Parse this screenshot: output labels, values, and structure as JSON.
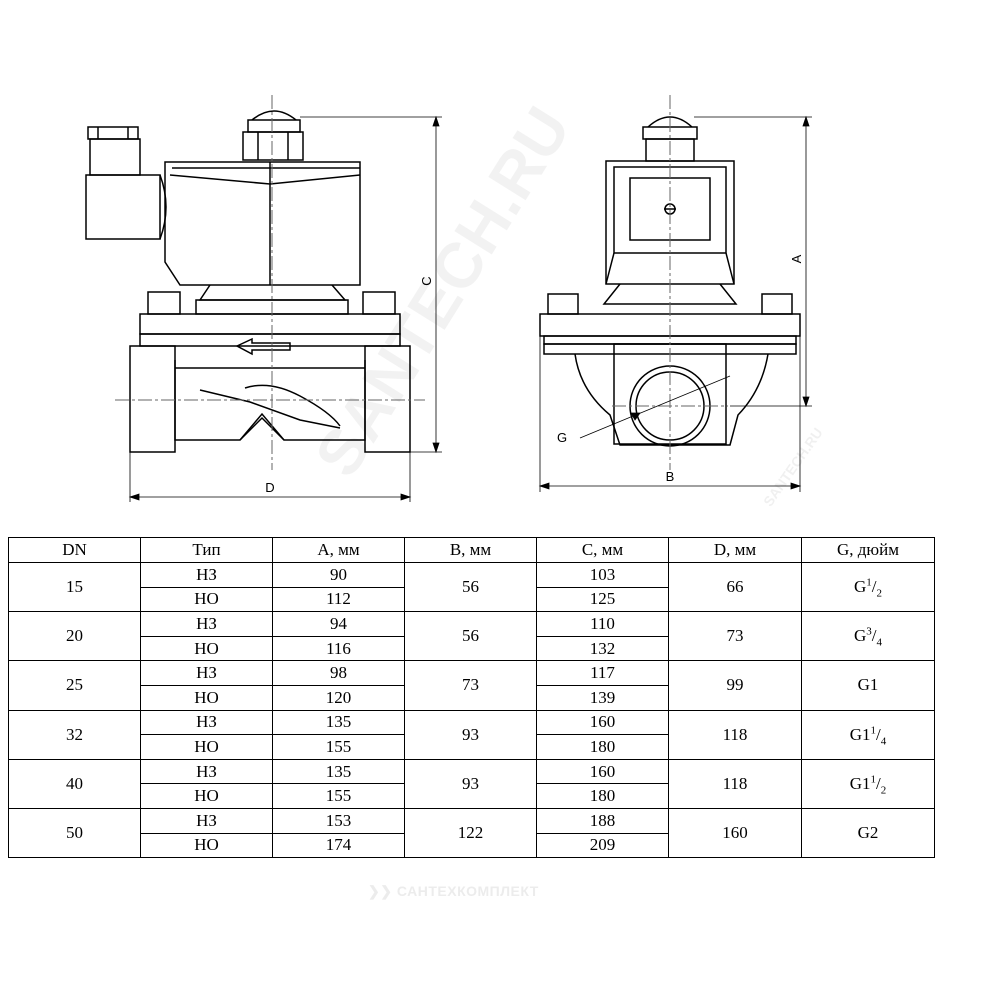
{
  "drawing": {
    "dim_labels": {
      "a": "A",
      "b": "B",
      "c": "C",
      "d": "D",
      "g": "G"
    }
  },
  "table": {
    "headers": [
      "DN",
      "Тип",
      "A, мм",
      "B, мм",
      "C, мм",
      "D, мм",
      "G, дюйм"
    ],
    "groups": [
      {
        "dn": "15",
        "b": "56",
        "d": "66",
        "g": {
          "base": "G",
          "whole": "",
          "num": "1",
          "den": "2"
        },
        "rows": [
          {
            "type": "НЗ",
            "a": "90",
            "c": "103"
          },
          {
            "type": "НО",
            "a": "112",
            "c": "125"
          }
        ]
      },
      {
        "dn": "20",
        "b": "56",
        "d": "73",
        "g": {
          "base": "G",
          "whole": "",
          "num": "3",
          "den": "4"
        },
        "rows": [
          {
            "type": "НЗ",
            "a": "94",
            "c": "110"
          },
          {
            "type": "НО",
            "a": "116",
            "c": "132"
          }
        ]
      },
      {
        "dn": "25",
        "b": "73",
        "d": "99",
        "g": {
          "base": "G1",
          "whole": "",
          "num": "",
          "den": ""
        },
        "rows": [
          {
            "type": "НЗ",
            "a": "98",
            "c": "117"
          },
          {
            "type": "НО",
            "a": "120",
            "c": "139"
          }
        ]
      },
      {
        "dn": "32",
        "b": "93",
        "d": "118",
        "g": {
          "base": "G",
          "whole": "1",
          "num": "1",
          "den": "4"
        },
        "rows": [
          {
            "type": "НЗ",
            "a": "135",
            "c": "160"
          },
          {
            "type": "НО",
            "a": "155",
            "c": "180"
          }
        ]
      },
      {
        "dn": "40",
        "b": "93",
        "d": "118",
        "g": {
          "base": "G",
          "whole": "1",
          "num": "1",
          "den": "2"
        },
        "rows": [
          {
            "type": "НЗ",
            "a": "135",
            "c": "160"
          },
          {
            "type": "НО",
            "a": "155",
            "c": "180"
          }
        ]
      },
      {
        "dn": "50",
        "b": "122",
        "d": "160",
        "g": {
          "base": "G2",
          "whole": "",
          "num": "",
          "den": ""
        },
        "rows": [
          {
            "type": "НЗ",
            "a": "153",
            "c": "188"
          },
          {
            "type": "НО",
            "a": "174",
            "c": "209"
          }
        ]
      }
    ]
  },
  "watermarks": {
    "diagonal": "SANTECH.RU",
    "small": "SANTECH.RU",
    "footer": "САНТЕХКОМПЛЕКТ"
  }
}
